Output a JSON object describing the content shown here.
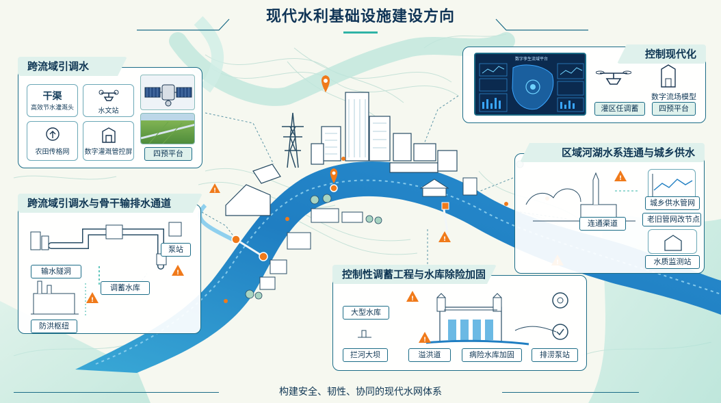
{
  "title": "现代水利基础设施建设方向",
  "footer": "构建安全、韧性、协同的现代水网体系",
  "panels": {
    "inter_basin": {
      "heading": "跨流域引调水",
      "tiles": {
        "canal_main": "干渠",
        "canal_sub": "高效节水灌溉头",
        "hydro_station": "水文站",
        "farm_sensor": "农田传格网",
        "digital_gate": "数字灌溉管控屏"
      },
      "platform_label": "四预平台"
    },
    "backbone": {
      "heading": "跨流域引调水与骨干输排水通道",
      "labels": {
        "tunnel": "输水隧洞",
        "pump_station": "泵站",
        "reservoir": "调蓄水库",
        "flood_hub": "防洪枢纽"
      }
    },
    "control": {
      "heading": "控制现代化",
      "dashboard_title": "数字孪生流域平台",
      "labels": {
        "irrigation_dispatch": "灌区任调蓄",
        "digital_model": "数字流场模型",
        "four_pre": "四预平台"
      }
    },
    "regional": {
      "heading": "区域河湖水系连通与城乡供水",
      "labels": {
        "urban_rural_supply": "城乡供水管网",
        "old_pipe": "老旧管网改节点",
        "connection_channel": "连通渠道",
        "water_quality": "水质监测站"
      }
    },
    "regulation": {
      "heading": "控制性调蓄工程与水库除险加固",
      "labels": {
        "large_reservoir": "大型水库",
        "dam": "拦河大坝",
        "spillway": "溢洪道",
        "dangerous_reservoir": "病险水库加固",
        "drainage_pump": "排涝泵站"
      }
    }
  },
  "colors": {
    "river": "#1f7ec2",
    "river_light": "#7fc6e4",
    "teal": "#2fb3a5",
    "navy": "#0e3553",
    "warning": "#f07a1a",
    "background": "#f6f8f0"
  }
}
